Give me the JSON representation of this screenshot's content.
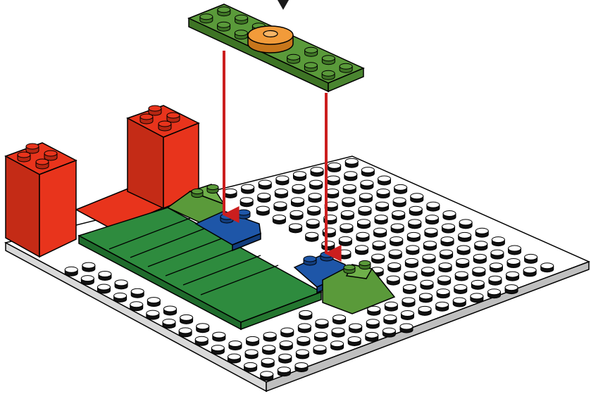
{
  "diagram": {
    "kind": "building-instruction-step",
    "colors": {
      "baseplate": "#ffffff",
      "baseplate_side": "#d9d9d9",
      "stud_top": "#ffffff",
      "stud_side": "#111111",
      "red": "#e8341c",
      "red_dark": "#b52612",
      "green_plate": "#2e8b3e",
      "green_plate_dark": "#1f6b2c",
      "slope_green": "#5a9a3a",
      "slope_green_dark": "#3e7425",
      "blue": "#1e56a8",
      "blue_dark": "#123d7d",
      "orange": "#f29b3a",
      "orange_dark": "#c8761b",
      "arrow": "#cc1e1e",
      "outline": "#000000"
    },
    "parts": [
      {
        "name": "green-1x8-plate-with-orange-round-tile",
        "color": "green",
        "state": "being-placed"
      },
      {
        "name": "red-2x2-brick-left",
        "color": "red",
        "state": "placed"
      },
      {
        "name": "red-2x2-brick-right",
        "color": "red",
        "state": "placed"
      },
      {
        "name": "green-tiles-floor",
        "color": "green",
        "state": "placed"
      },
      {
        "name": "blue-slope-left",
        "color": "blue",
        "state": "placed"
      },
      {
        "name": "blue-slope-right",
        "color": "blue",
        "state": "placed"
      },
      {
        "name": "green-slope-left",
        "color": "green",
        "state": "placed"
      },
      {
        "name": "green-slope-right",
        "color": "green",
        "state": "placed"
      }
    ],
    "step_indicator_icon": "down-triangle-icon",
    "placement_arrows": 2
  }
}
